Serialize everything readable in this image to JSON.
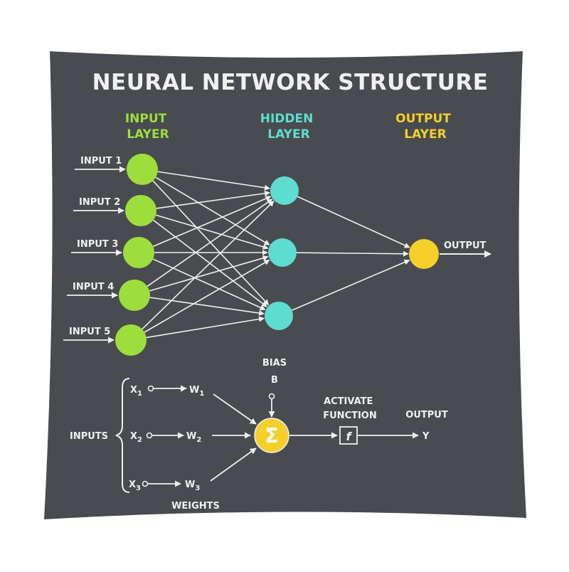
{
  "title": "NEURAL NETWORK STRUCTURE",
  "colors": {
    "background": "#484b4f",
    "text": "#f0f0f0",
    "input": "#9ede3c",
    "hidden": "#5fdcd0",
    "output": "#f5cf2a",
    "line": "#f0f0f0"
  },
  "network": {
    "layer_headers": {
      "input": [
        "INPUT",
        "LAYER"
      ],
      "hidden": [
        "HIDDEN",
        "LAYER"
      ],
      "output": [
        "OUTPUT",
        "LAYER"
      ]
    },
    "inputs": [
      "INPUT 1",
      "INPUT 2",
      "INPUT 3",
      "INPUT 4",
      "INPUT 5"
    ],
    "hidden_count": 3,
    "output_label": "OUTPUT"
  },
  "perceptron": {
    "inputs_label": "INPUTS",
    "x": [
      "X1",
      "X2",
      "X3"
    ],
    "w": [
      "W1",
      "W2",
      "W3"
    ],
    "bias_label": "BIAS",
    "bias_symbol": "B",
    "sum_symbol": "Σ",
    "activate_label": [
      "ACTIVATE",
      "FUNCTION"
    ],
    "function_symbol": "f",
    "output_label": "OUTPUT",
    "output_symbol": "Y",
    "weights_label": "WEIGHTS"
  }
}
